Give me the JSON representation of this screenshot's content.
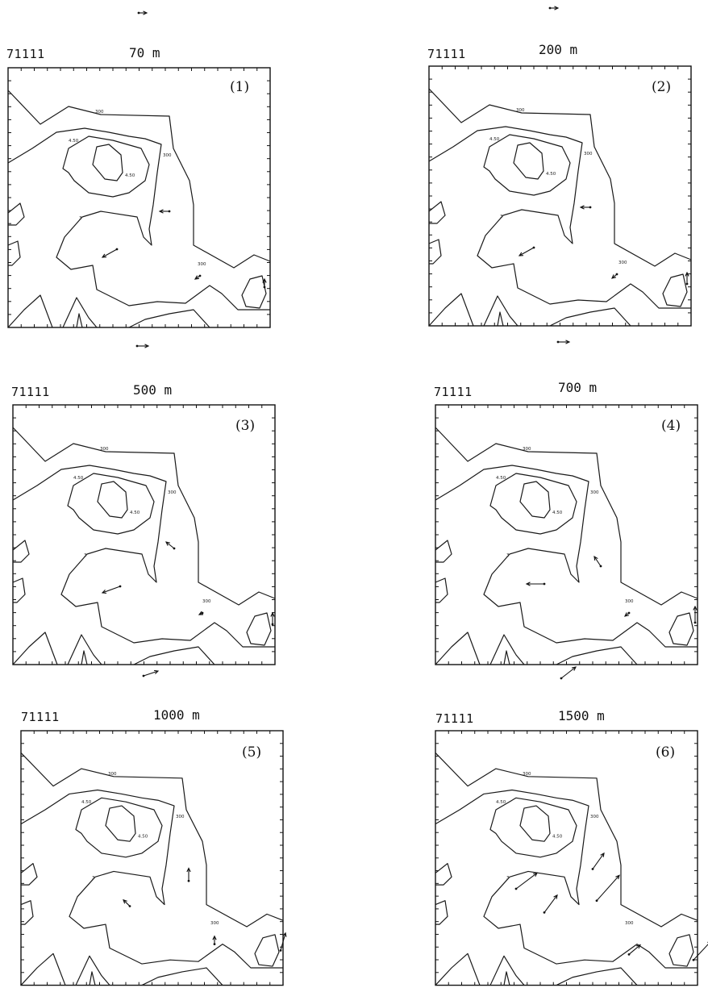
{
  "panels": [
    {
      "id": "71111",
      "altitude": "70  m",
      "number": "(1)"
    },
    {
      "id": "71111",
      "altitude": "200  m",
      "number": "(2)"
    },
    {
      "id": "71111",
      "altitude": "500  m",
      "number": "(3)"
    },
    {
      "id": "71111",
      "altitude": "700  m",
      "number": "(4)"
    },
    {
      "id": "71111",
      "altitude": "1000  m",
      "number": "(5)"
    },
    {
      "id": "71111",
      "altitude": "1500  m",
      "number": "(6)"
    }
  ],
  "contour_labels": {
    "outer": "300",
    "inner": "4.50",
    "east": "300",
    "west": "3",
    "southeast": "300"
  },
  "colors": {
    "line": "#1a1a1a",
    "background": "#ffffff"
  }
}
